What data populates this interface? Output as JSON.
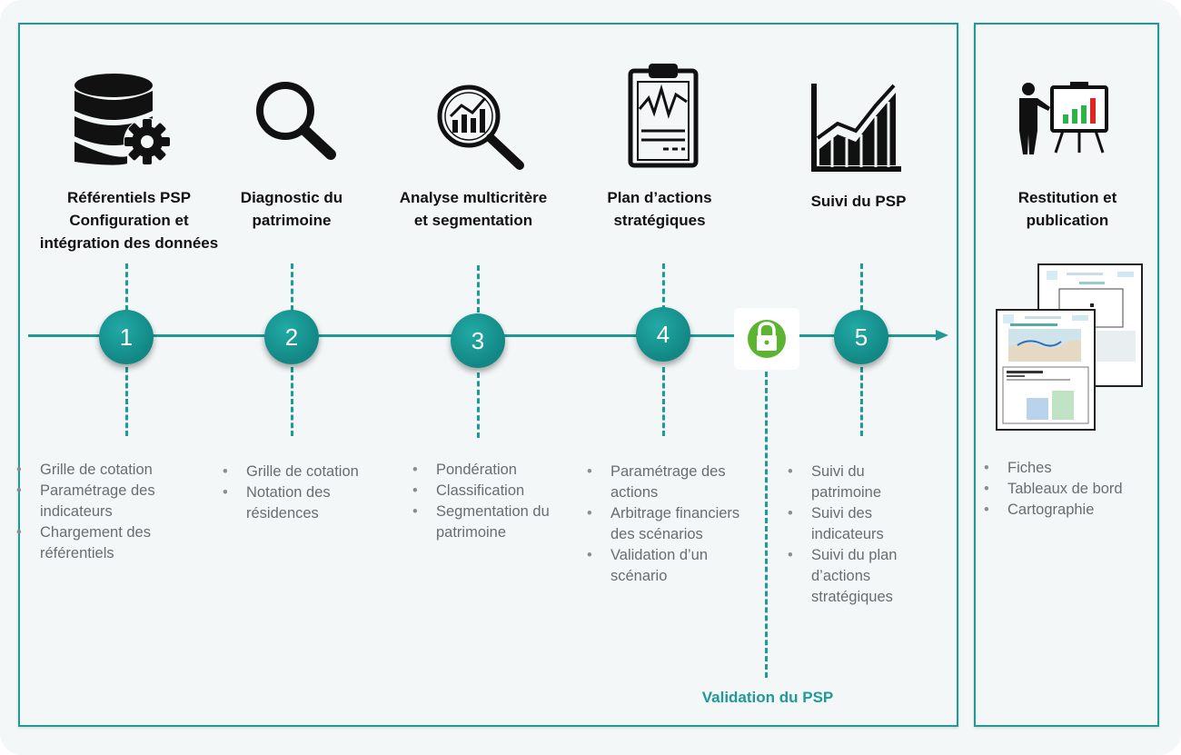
{
  "steps": [
    {
      "number": "1",
      "title": "Référentiels PSP\nConfiguration et\nintégration des données",
      "icon": "database-gear-icon",
      "bullets": [
        "Grille de cotation",
        "Paramétrage des indicateurs",
        "Chargement des référentiels"
      ]
    },
    {
      "number": "2",
      "title": "Diagnostic du\npatrimoine",
      "icon": "magnifier-icon",
      "bullets": [
        "Grille de cotation",
        "Notation des résidences"
      ]
    },
    {
      "number": "3",
      "title": "Analyse multicritère\net segmentation",
      "icon": "chart-magnifier-icon",
      "bullets": [
        "Pondération",
        "Classification",
        "Segmentation du patrimoine"
      ]
    },
    {
      "number": "4",
      "title": "Plan d’actions\nstratégiques",
      "icon": "clipboard-chart-icon",
      "bullets": [
        "Paramétrage des actions",
        "Arbitrage financiers des scénarios",
        "Validation d’un scénario"
      ]
    },
    {
      "number": "5",
      "title": "Suivi du PSP",
      "icon": "growth-chart-icon",
      "bullets": [
        "Suivi du patrimoine",
        "Suivi des indicateurs",
        "Suivi du plan d’actions stratégiques"
      ]
    }
  ],
  "validation": {
    "label": "Validation du PSP",
    "icon": "lock-icon",
    "color": "#5cb531"
  },
  "restitution": {
    "title": "Restitution et\npublication",
    "icon": "presenter-board-icon",
    "bullets": [
      "Fiches",
      "Tableaux de bord",
      "Cartographie"
    ]
  },
  "colors": {
    "accent": "#1f9a96",
    "text": "#111111",
    "bullet_text": "#6a6d70",
    "background": "#f4f7f8"
  }
}
